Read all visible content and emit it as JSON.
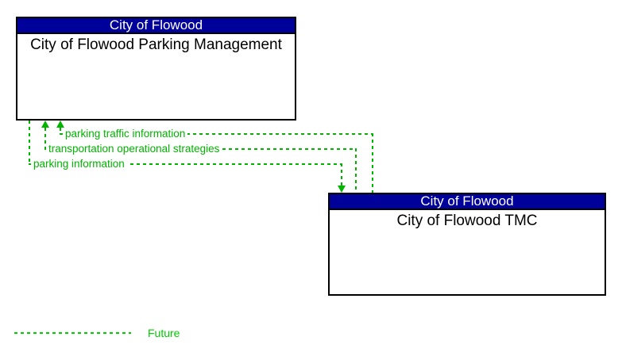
{
  "boxes": [
    {
      "header": "City of Flowood",
      "title": "City of Flowood Parking Management"
    },
    {
      "header": "City of Flowood",
      "title": "City of Flowood TMC"
    }
  ],
  "flows": [
    {
      "label": "parking traffic information",
      "direction": "into-parking-management",
      "status": "future"
    },
    {
      "label": "transportation operational strategies",
      "direction": "into-parking-management",
      "status": "future"
    },
    {
      "label": "parking information",
      "direction": "into-tmc",
      "status": "future"
    }
  ],
  "legend": {
    "future_label": "Future"
  },
  "colors": {
    "header_blue": "#00009B",
    "flow_green": "#00B400",
    "legend_green": "#00CC00",
    "border_black": "#000000",
    "bg": "#FFFFFF"
  }
}
